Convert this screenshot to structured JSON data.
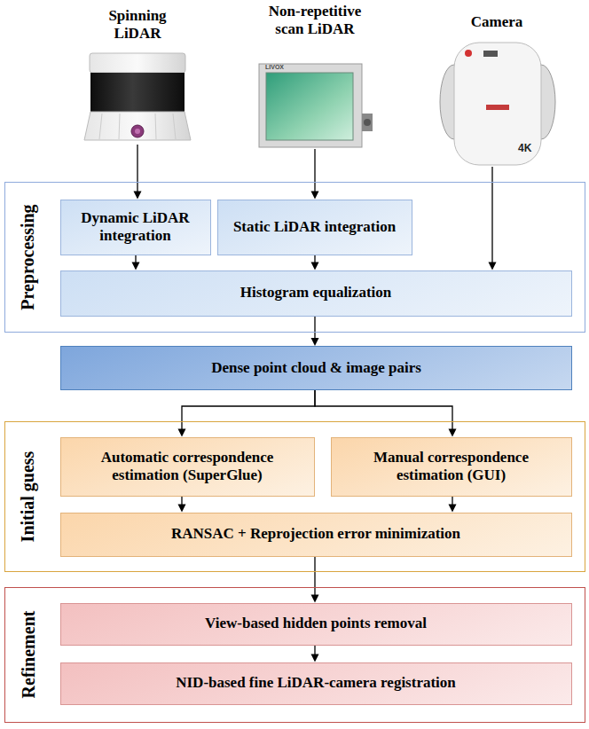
{
  "diagram": {
    "nodes": [
      {
        "text": [
          "Spinning LiDAR"
        ]
      },
      {
        "text": [
          "Non-repetitive scan LiDAR"
        ]
      },
      {
        "text": [
          "Camera"
        ]
      },
      {
        "text": [
          "Preprocessing"
        ]
      },
      {
        "text": [
          "Dynamic LiDAR integration"
        ],
        "in": 3
      },
      {
        "text": [
          "Static LiDAR integration"
        ],
        "in": 3
      },
      {
        "text": [
          "Histogram equalization"
        ],
        "in": 3
      },
      {
        "text": [
          "Dense point cloud & image pairs"
        ]
      },
      {
        "text": [
          "Initial guess"
        ]
      },
      {
        "text": [
          "Automatic correspondence estimation (SuperGlue)"
        ],
        "in": 8
      },
      {
        "text": [
          "Manual correspondence estimation (GUI)"
        ],
        "in": 8
      },
      {
        "text": [
          "RANSAC + Reprojection error minimization"
        ],
        "in": 8
      },
      {
        "text": [
          "Refinement"
        ]
      },
      {
        "text": [
          "View-based hidden points removal"
        ],
        "in": 12
      },
      {
        "text": [
          "NID-based fine LiDAR-camera registration"
        ],
        "in": 12
      }
    ],
    "edges": [
      {
        "from": 0,
        "to": 4,
        "arrow": "to"
      },
      {
        "from": 1,
        "to": 5,
        "arrow": "to"
      },
      {
        "from": 2,
        "to": 6,
        "arrow": "to"
      },
      {
        "from": 4,
        "to": 6,
        "arrow": "to"
      },
      {
        "from": 5,
        "to": 6,
        "arrow": "to"
      },
      {
        "from": 6,
        "to": 7,
        "arrow": "to"
      },
      {
        "from": 7,
        "to": 9,
        "arrow": "to"
      },
      {
        "from": 7,
        "to": 10,
        "arrow": "to"
      },
      {
        "from": 9,
        "to": 11,
        "arrow": "to"
      },
      {
        "from": 10,
        "to": 11,
        "arrow": "to"
      },
      {
        "from": 11,
        "to": 13,
        "arrow": "to"
      },
      {
        "from": 13,
        "to": 14,
        "arrow": "to"
      }
    ],
    "labels": [
      "LIVOX",
      "4K"
    ]
  }
}
